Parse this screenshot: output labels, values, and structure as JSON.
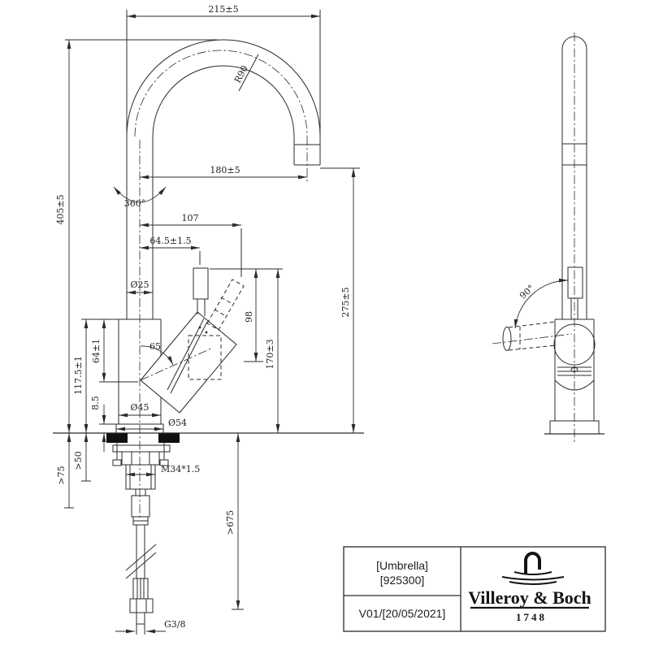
{
  "page": {
    "background": "#ffffff",
    "line_color": "#2b2b2b"
  },
  "front_view": {
    "dims": {
      "overall_reach": "215±5",
      "overall_height": "405±5",
      "spout_radius": "R90",
      "outlet_reach": "180±5",
      "swivel_angle": "360°",
      "lever_tip_reach": "107",
      "lever_offset": "64.5±1.5",
      "column_diameter": "Ø25",
      "lever_top_height": "98",
      "lever_height": "170±3",
      "outlet_height": "275±5",
      "lever_pivot_drop": "64±1",
      "body_height": "117.5±1",
      "base_plate_height": "8.5",
      "body_diameter": "Ø45",
      "base_diameter": "Ø54",
      "counter_min_50": ">50",
      "counter_min_75": ">75",
      "shank_thread": "M34*1.5",
      "hose_length": ">675",
      "hose_connection": "G3/8",
      "lever_tilt_angle": "65"
    }
  },
  "side_view": {
    "dims": {
      "lever_swing_angle": "90°"
    }
  },
  "title_block": {
    "model_name": "[Umbrella]",
    "article_number": "[925300]",
    "revision": "V01/[20/05/2021]",
    "brand_name": "Villeroy & Boch",
    "brand_established": "1748"
  }
}
